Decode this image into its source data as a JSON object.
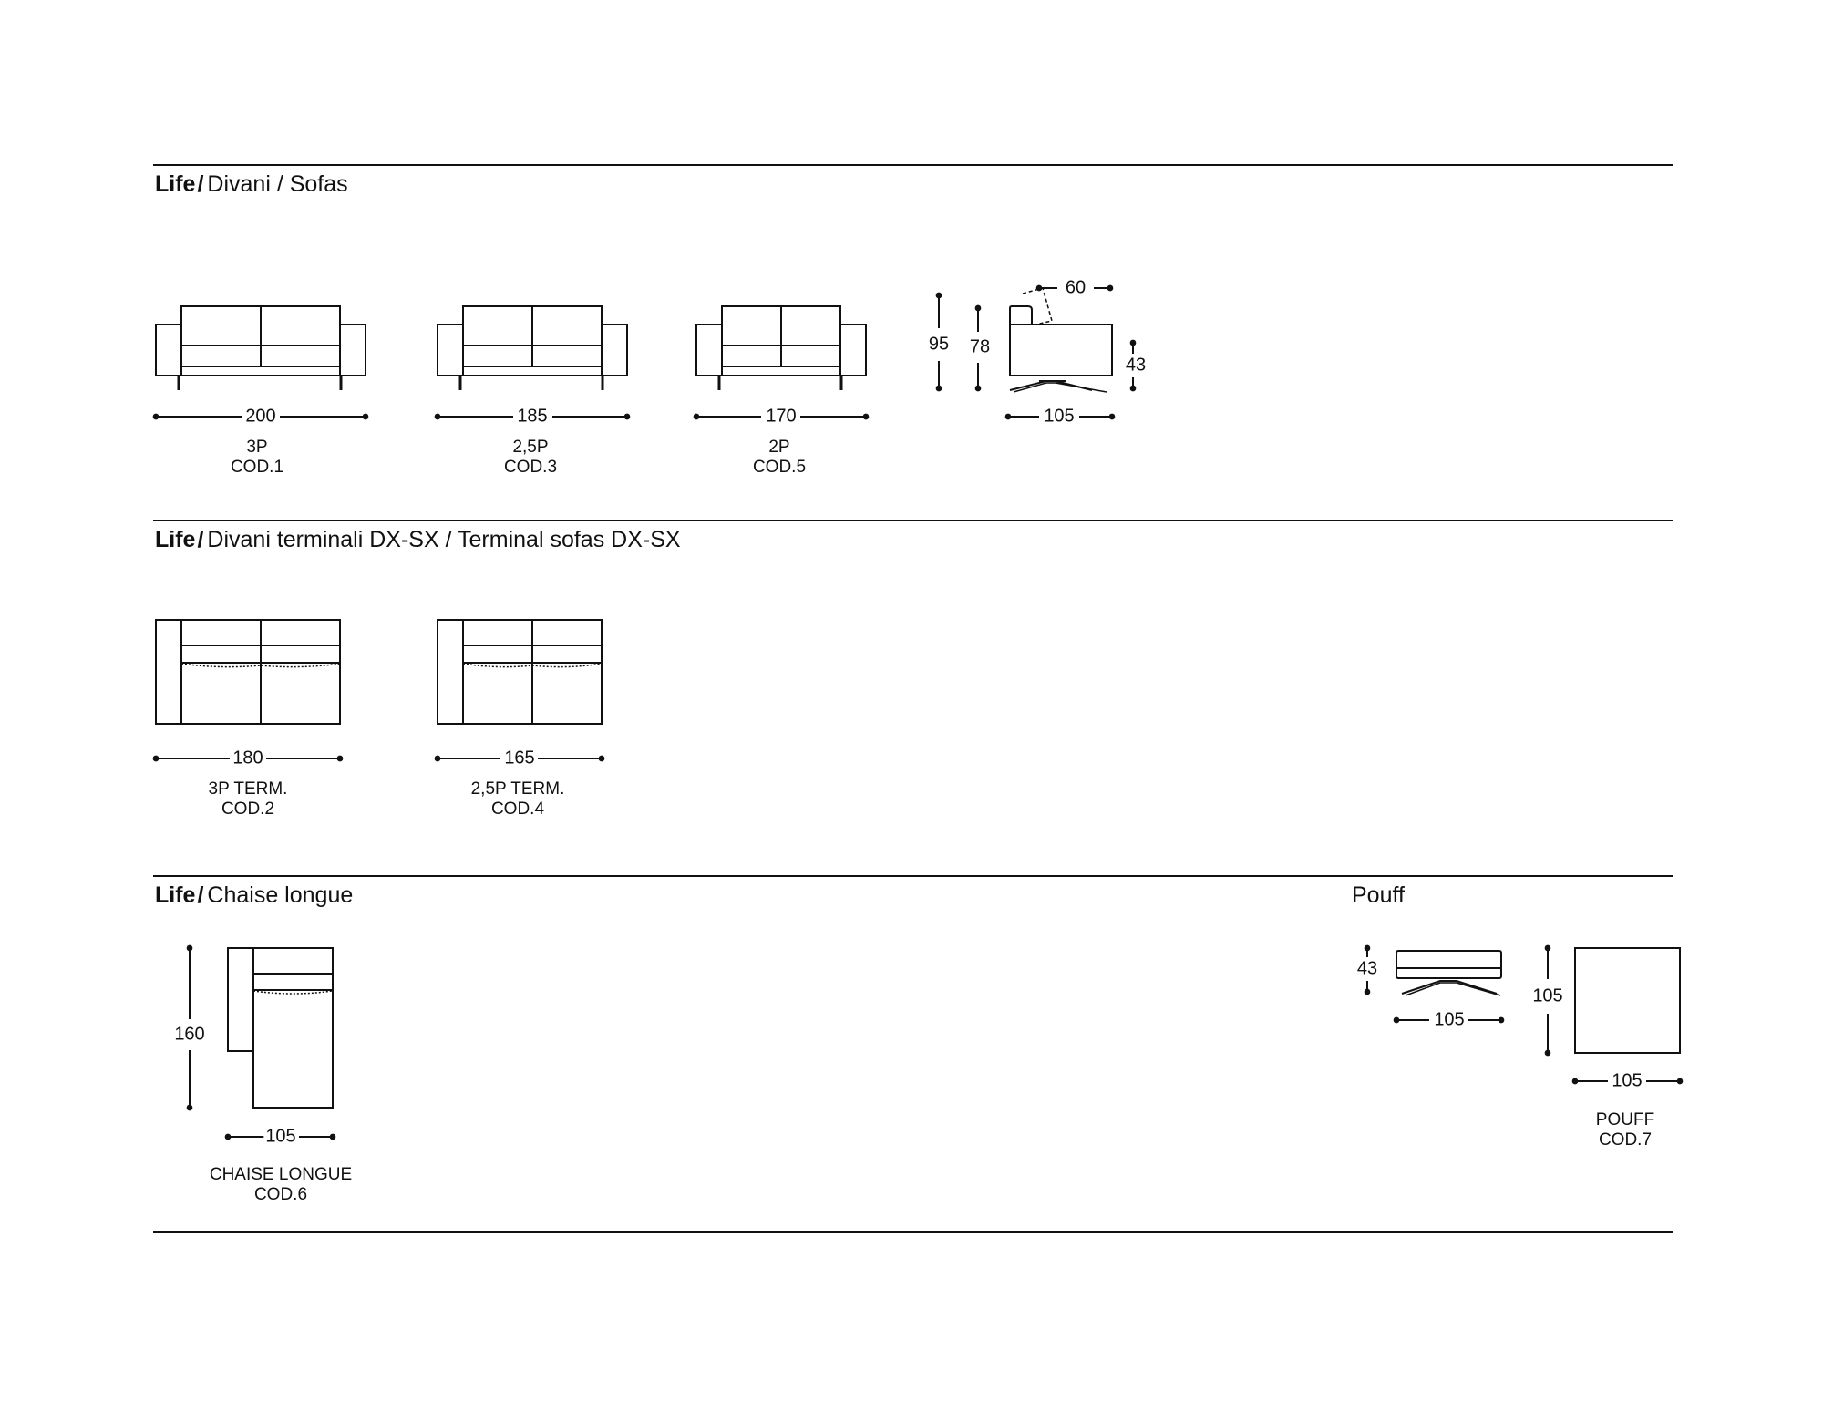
{
  "sections": [
    {
      "brand": "Life",
      "title": "Divani  / Sofas",
      "items": [
        {
          "dimension": "200",
          "label": "3P",
          "code": "COD.1"
        },
        {
          "dimension": "185",
          "label": "2,5P",
          "code": "COD.3"
        },
        {
          "dimension": "170",
          "label": "2P",
          "code": "COD.5"
        }
      ],
      "side_view": {
        "total_height": "95",
        "back_height": "78",
        "depth_top": "60",
        "seat_height": "43",
        "depth": "105"
      }
    },
    {
      "brand": "Life",
      "title": "Divani terminali DX-SX / Terminal sofas DX-SX",
      "items": [
        {
          "dimension": "180",
          "label": "3P TERM.",
          "code": "COD.2"
        },
        {
          "dimension": "165",
          "label": "2,5P TERM.",
          "code": "COD.4"
        }
      ]
    },
    {
      "brand": "Life",
      "title": "Chaise longue",
      "items": [
        {
          "dimension_depth": "160",
          "dimension_width": "105",
          "label": "CHAISE LONGUE",
          "code": "COD.6"
        }
      ]
    }
  ],
  "pouff": {
    "title": "Pouff",
    "side_height": "43",
    "side_width": "105",
    "plan_depth": "105",
    "plan_width": "105",
    "label": "POUFF",
    "code": "COD.7"
  }
}
